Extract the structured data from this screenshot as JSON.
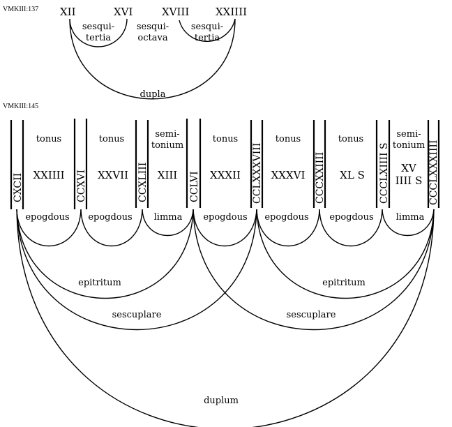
{
  "diagram_top": {
    "reference": "VMKIII:137",
    "numbers": [
      "XII",
      "XVI",
      "XVIII",
      "XXIIII"
    ],
    "intervals": [
      {
        "line1": "sesqui-",
        "line2": "tertia"
      },
      {
        "line1": "sesqui-",
        "line2": "octava"
      },
      {
        "line1": "sesqui-",
        "line2": "tertia"
      }
    ],
    "outer_label": "dupla"
  },
  "diagram_bottom": {
    "reference": "VMKIII:145",
    "boundaries": [
      "CXCII",
      "CCXVI",
      "CCXLIII",
      "CCLVI",
      "CCLXXXVIII",
      "CCCXXIIII",
      "CCCLXIIII S",
      "CCCLXXXIIII"
    ],
    "steps": [
      {
        "name": "tonus",
        "value": "XXIIII",
        "ratio": "epogdous"
      },
      {
        "name": "tonus",
        "value": "XXVII",
        "ratio": "epogdous"
      },
      {
        "name_line1": "semi-",
        "name_line2": "tonium",
        "value": "XIII",
        "ratio": "limma"
      },
      {
        "name": "tonus",
        "value": "XXXII",
        "ratio": "epogdous"
      },
      {
        "name": "tonus",
        "value": "XXXVI",
        "ratio": "epogdous"
      },
      {
        "name": "tonus",
        "value": "XL S",
        "ratio": "epogdous"
      },
      {
        "name_line1": "semi-",
        "name_line2": "tonium",
        "value_line1": "XV",
        "value_line2": "IIII S",
        "ratio": "limma"
      }
    ],
    "larger_arcs": [
      {
        "label": "epitritum"
      },
      {
        "label": "epitritum"
      },
      {
        "label": "sescuplare"
      },
      {
        "label": "sescuplare"
      },
      {
        "label": "duplum"
      }
    ]
  }
}
